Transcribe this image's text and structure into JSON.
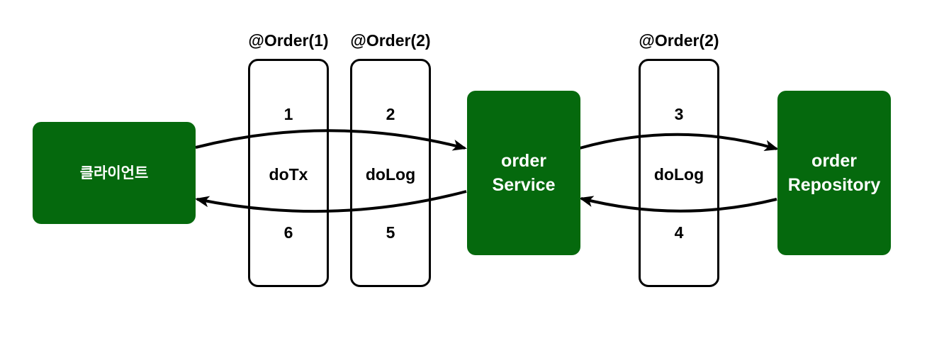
{
  "nodes": {
    "client": {
      "label": "클라이언트"
    },
    "order_service": {
      "line1": "order",
      "line2": "Service"
    },
    "order_repository": {
      "line1": "order",
      "line2": "Repository"
    }
  },
  "aspects": [
    {
      "order_label": "@Order(1)",
      "step_forward": "1",
      "advice": "doTx",
      "step_return": "6"
    },
    {
      "order_label": "@Order(2)",
      "step_forward": "2",
      "advice": "doLog",
      "step_return": "5"
    },
    {
      "order_label": "@Order(2)",
      "step_forward": "3",
      "advice": "doLog",
      "step_return": "4"
    }
  ],
  "colors": {
    "node_fill": "#05690d",
    "node_text": "#ffffff",
    "line": "#000000"
  }
}
